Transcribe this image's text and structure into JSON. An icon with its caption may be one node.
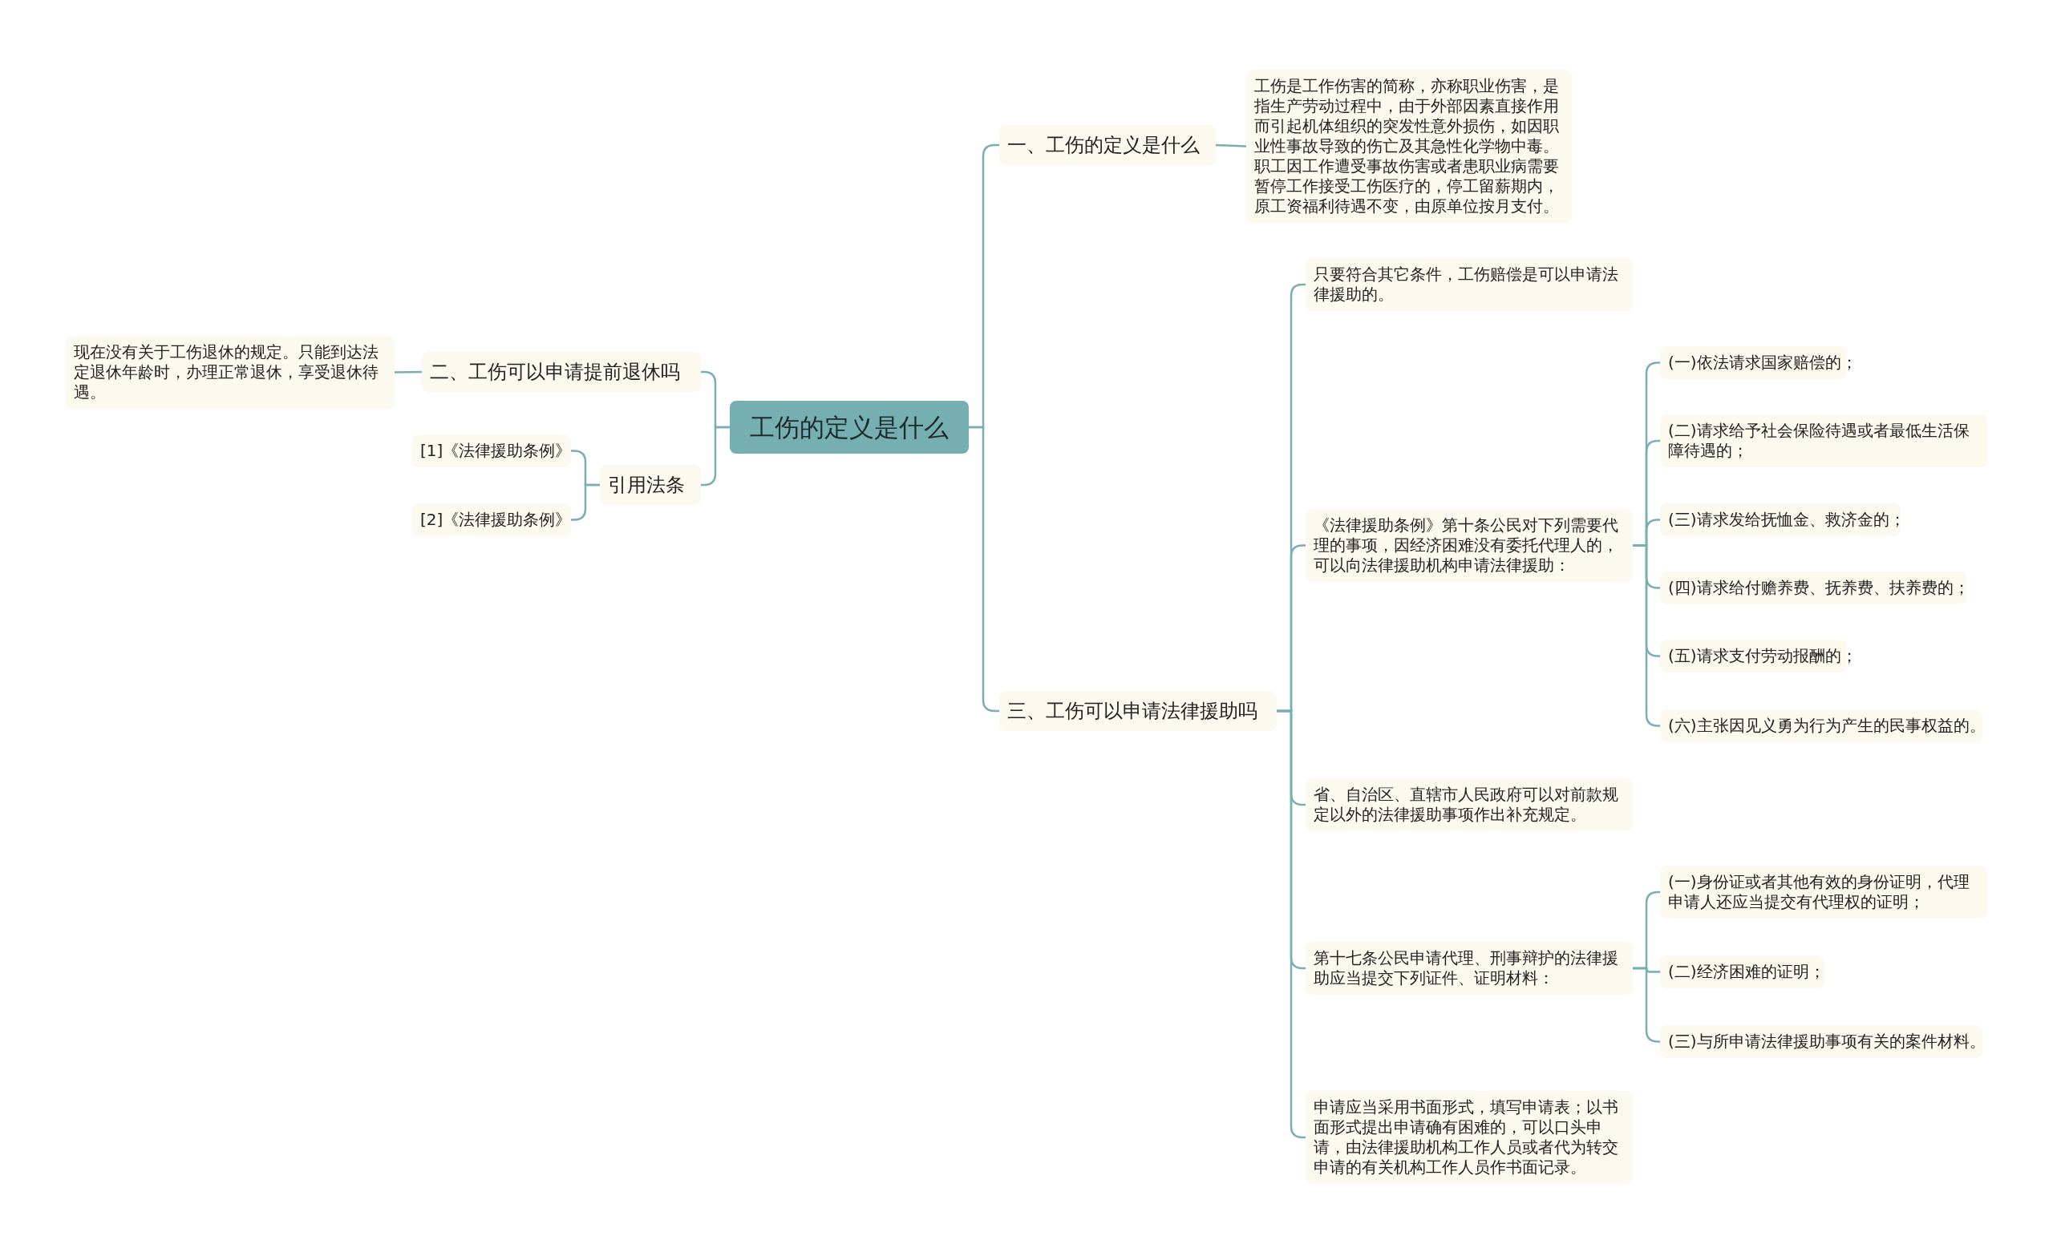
{
  "diagram": {
    "nodes": [
      {
        "text": [
          "工伤的定义是什么"
        ]
      },
      {
        "text": [
          "一、工伤的定义是什么"
        ]
      },
      {
        "text": [
          "工伤是工作伤害的简称，亦称职业伤害，是指生产劳动过程中，由于外部因素直接作用而引起机体组织的突发性意外损伤，如因职业性事故导致的伤亡及其急性化学物中毒。职工因工作遭受事故伤害或者患职业病需要暂停工作接受工伤医疗的，停工留薪期内，原工资福利待遇不变，由原单位按月支付。"
        ]
      },
      {
        "text": [
          "二、工伤可以申请提前退休吗"
        ]
      },
      {
        "text": [
          "现在没有关于工伤退休的规定。只能到达法定退休年龄时，办理正常退休，享受退休待遇。"
        ]
      },
      {
        "text": [
          "引用法条"
        ]
      },
      {
        "text": [
          "[1]《法律援助条例》"
        ]
      },
      {
        "text": [
          "[2]《法律援助条例》"
        ]
      },
      {
        "text": [
          "三、工伤可以申请法律援助吗"
        ]
      },
      {
        "text": [
          "只要符合其它条件，工伤赔偿是可以申请法律援助的。"
        ]
      },
      {
        "text": [
          "《法律援助条例》第十条公民对下列需要代理的事项，因经济困难没有委托代理人的，可以向法律援助机构申请法律援助："
        ]
      },
      {
        "text": [
          "(一)依法请求国家赔偿的；"
        ]
      },
      {
        "text": [
          "(二)请求给予社会保险待遇或者最低生活保障待遇的；"
        ]
      },
      {
        "text": [
          "(三)请求发给抚恤金、救济金的；"
        ]
      },
      {
        "text": [
          "(四)请求给付赡养费、抚养费、扶养费的；"
        ]
      },
      {
        "text": [
          "(五)请求支付劳动报酬的；"
        ]
      },
      {
        "text": [
          "(六)主张因见义勇为行为产生的民事权益的。"
        ]
      },
      {
        "text": [
          "省、自治区、直辖市人民政府可以对前款规定以外的法律援助事项作出补充规定。"
        ]
      },
      {
        "text": [
          "第十七条公民申请代理、刑事辩护的法律援助应当提交下列证件、证明材料："
        ]
      },
      {
        "text": [
          "(一)身份证或者其他有效的身份证明，代理申请人还应当提交有代理权的证明；"
        ]
      },
      {
        "text": [
          "(二)经济困难的证明；"
        ]
      },
      {
        "text": [
          "(三)与所申请法律援助事项有关的案件材料。"
        ]
      },
      {
        "text": [
          "申请应当采用书面形式，填写申请表；以书面形式提出申请确有困难的，可以口头申请，由法律援助机构工作人员或者代为转交申请的有关机构工作人员作书面记录。"
        ]
      }
    ],
    "edges": [
      {
        "from": 0,
        "to": 1,
        "arrow": "none"
      },
      {
        "from": 1,
        "to": 2,
        "arrow": "none"
      },
      {
        "from": 0,
        "to": 3,
        "arrow": "none"
      },
      {
        "from": 3,
        "to": 4,
        "arrow": "none"
      },
      {
        "from": 0,
        "to": 5,
        "arrow": "none"
      },
      {
        "from": 5,
        "to": 6,
        "arrow": "none"
      },
      {
        "from": 5,
        "to": 7,
        "arrow": "none"
      },
      {
        "from": 0,
        "to": 8,
        "arrow": "none"
      },
      {
        "from": 8,
        "to": 9,
        "arrow": "none"
      },
      {
        "from": 8,
        "to": 10,
        "arrow": "none"
      },
      {
        "from": 10,
        "to": 11,
        "arrow": "none"
      },
      {
        "from": 10,
        "to": 12,
        "arrow": "none"
      },
      {
        "from": 10,
        "to": 13,
        "arrow": "none"
      },
      {
        "from": 10,
        "to": 14,
        "arrow": "none"
      },
      {
        "from": 10,
        "to": 15,
        "arrow": "none"
      },
      {
        "from": 10,
        "to": 16,
        "arrow": "none"
      },
      {
        "from": 8,
        "to": 17,
        "arrow": "none"
      },
      {
        "from": 8,
        "to": 18,
        "arrow": "none"
      },
      {
        "from": 18,
        "to": 19,
        "arrow": "none"
      },
      {
        "from": 18,
        "to": 20,
        "arrow": "none"
      },
      {
        "from": 18,
        "to": 21,
        "arrow": "none"
      },
      {
        "from": 8,
        "to": 22,
        "arrow": "none"
      }
    ]
  }
}
